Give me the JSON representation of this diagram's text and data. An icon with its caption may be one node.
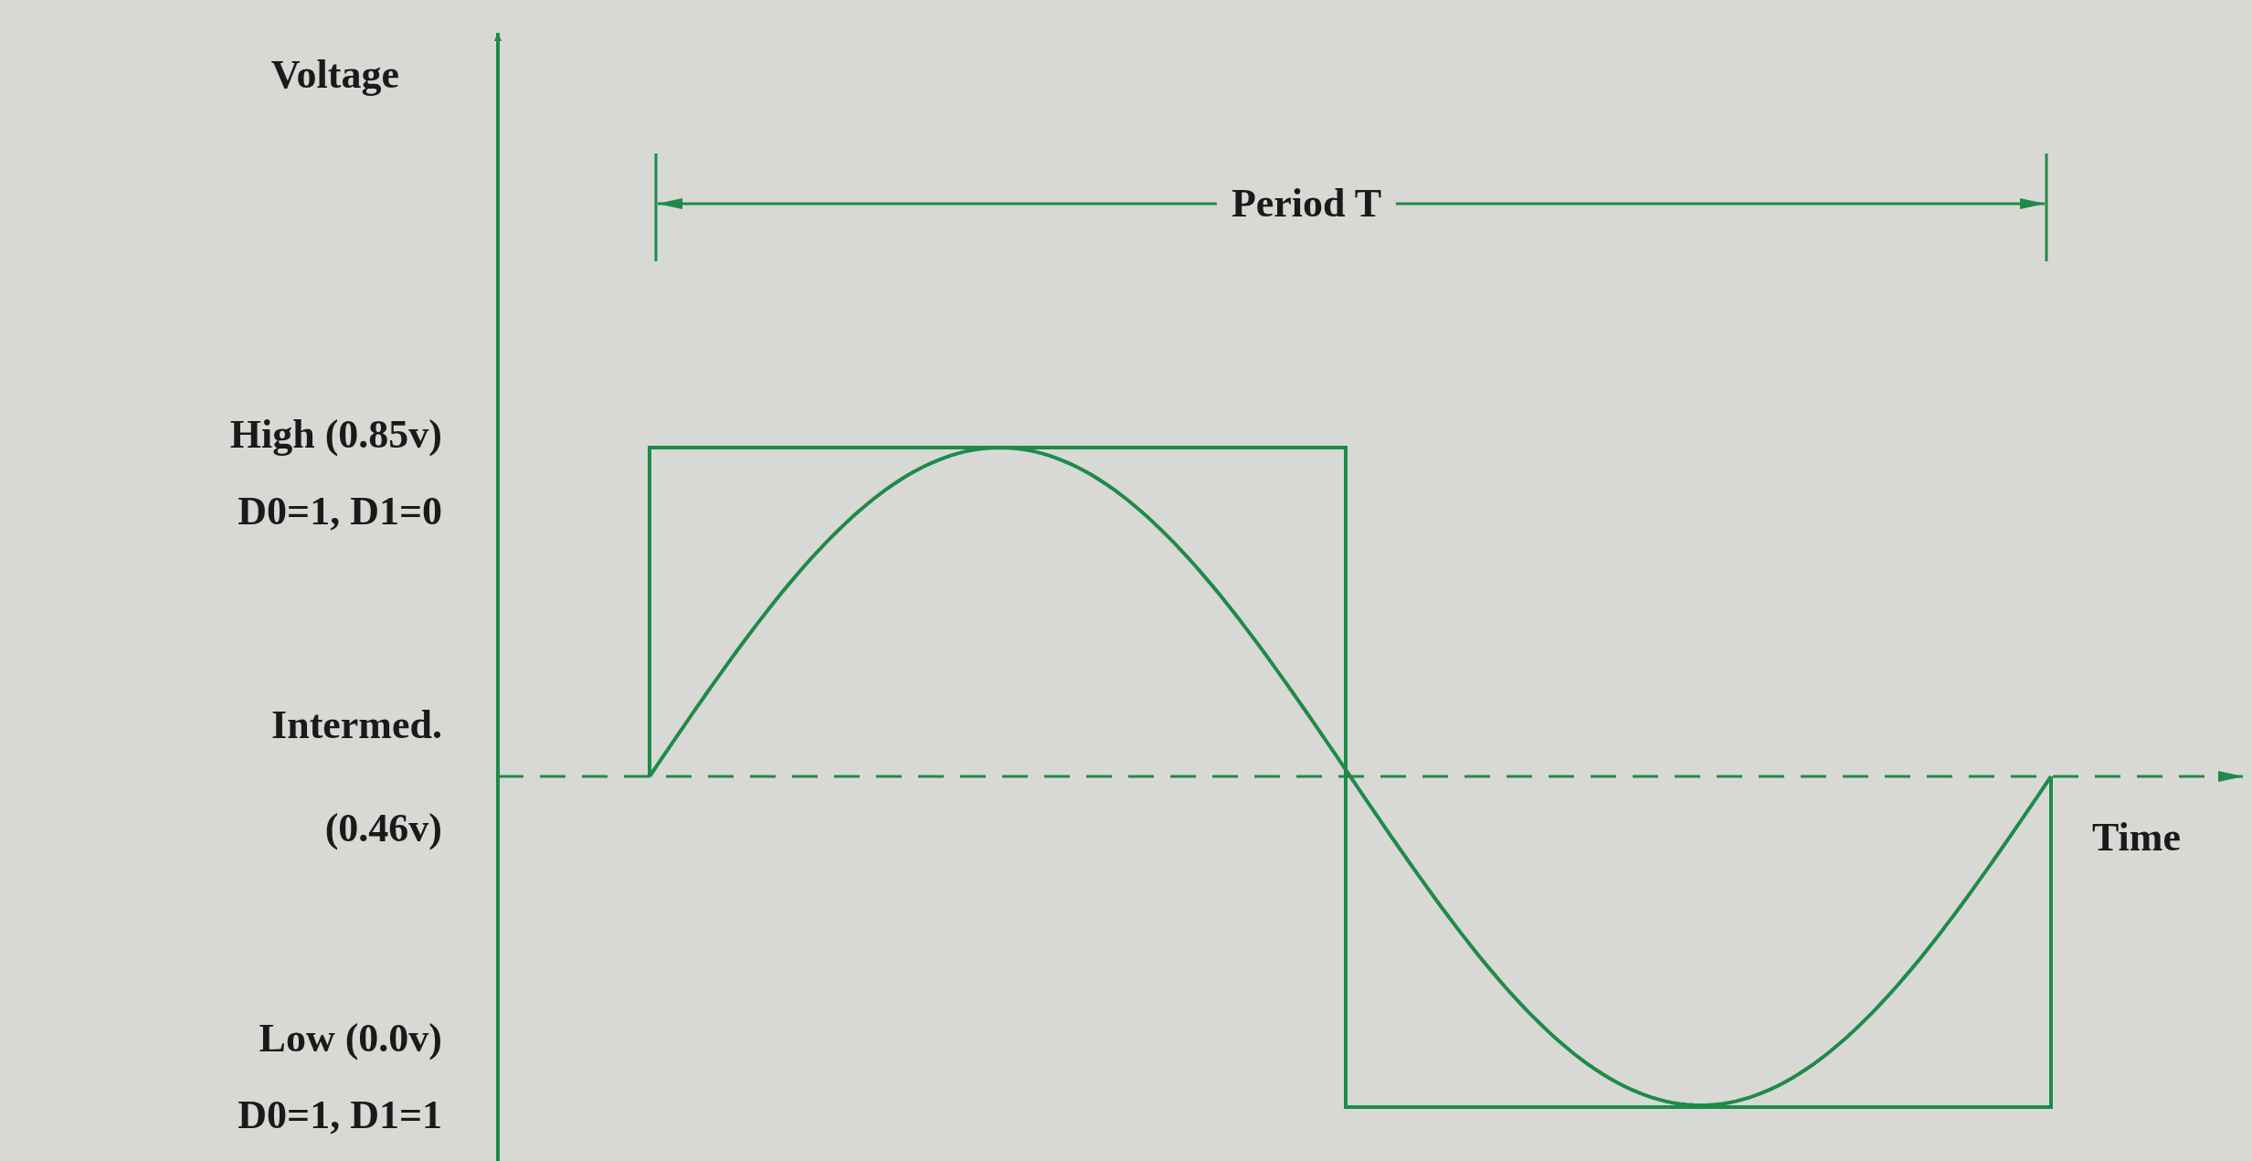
{
  "diagram": {
    "labels": [
      "Voltage",
      "Period T",
      "High (0.85v)",
      "D0=1, D1=0",
      "Intermed.",
      "(0.46v)",
      "Time",
      "Low (0.0v)",
      "D0=1, D1=1"
    ]
  }
}
